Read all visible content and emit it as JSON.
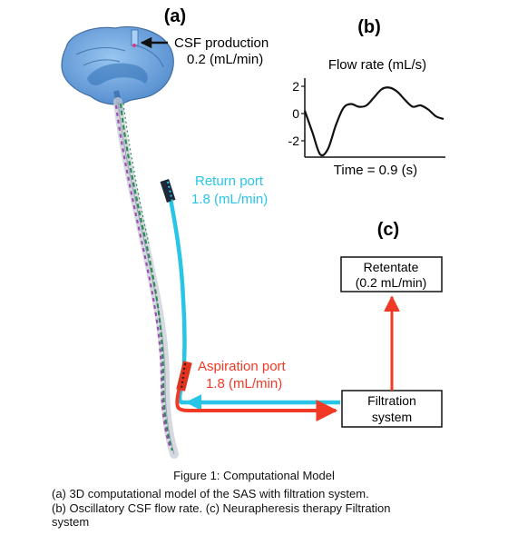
{
  "panel_labels": {
    "a": "(a)",
    "b": "(b)",
    "c": "(c)"
  },
  "csf_production": {
    "line1": "CSF production",
    "line2": "0.2 (mL/min)"
  },
  "return_port": {
    "line1": "Return port",
    "line2": "1.8 (mL/min)"
  },
  "aspiration_port": {
    "line1": "Aspiration port",
    "line2": "1.8 (mL/min)"
  },
  "flow_chart": {
    "title": "Flow rate (mL/s)",
    "xlabel": "Time = 0.9 (s)",
    "ytick_labels": [
      "2",
      "0",
      "-2"
    ]
  },
  "retentate_box": {
    "line1": "Retentate",
    "line2": "(0.2 mL/min)"
  },
  "filtration_box": {
    "line1": "Filtration",
    "line2": "system"
  },
  "caption": {
    "title": "Figure 1: Computational Model",
    "line1": "(a) 3D computational model of the SAS with filtration system.",
    "line2": "(b) Oscillatory CSF flow rate. (c) Neurapheresis therapy Filtration",
    "line3": "system"
  },
  "colors": {
    "return_line": "#29c5e6",
    "aspiration_line": "#f03a25",
    "brain_fill": "#5b97d9",
    "spine_green": "#2e8b57",
    "spine_purple": "#9b4fb5"
  },
  "chart_data": {
    "type": "line",
    "title": "Flow rate (mL/s)",
    "xlabel": "Time = 0.9 (s)",
    "ylabel": "",
    "x": [
      0,
      0.05,
      0.1,
      0.15,
      0.2,
      0.25,
      0.3,
      0.35,
      0.4,
      0.45,
      0.5,
      0.55,
      0.6,
      0.65,
      0.7,
      0.75,
      0.8,
      0.85,
      0.9
    ],
    "series": [
      {
        "values": [
          0.2,
          -1.4,
          -3.0,
          -2.6,
          -0.9,
          0.4,
          0.7,
          0.5,
          0.6,
          1.2,
          1.8,
          1.9,
          1.6,
          1.0,
          0.5,
          0.6,
          0.3,
          -0.2,
          -0.4
        ]
      }
    ],
    "yticks": [
      2,
      0,
      -2
    ],
    "ylim": [
      -3.2,
      2.6
    ],
    "xlim": [
      0,
      0.9
    ],
    "grid": false
  }
}
